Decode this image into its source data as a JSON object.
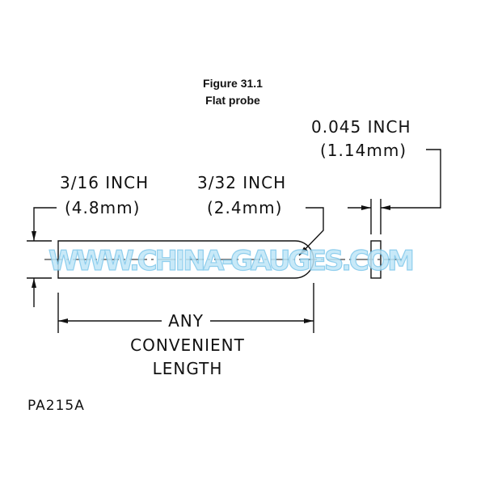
{
  "figure": {
    "number": "Figure 31.1",
    "caption": "Flat probe"
  },
  "dimensions": {
    "thickness": {
      "inch": "0.045 INCH",
      "mm": "(1.14mm)"
    },
    "width": {
      "inch": "3/16 INCH",
      "mm": "(4.8mm)"
    },
    "tip_radius": {
      "inch": "3/32 INCH",
      "mm": "(2.4mm)"
    },
    "length": {
      "line1": "ANY",
      "line2": "CONVENIENT",
      "line3": "LENGTH"
    }
  },
  "drawing_id": "PA215A",
  "watermark": "WWW.CHINA-GAUGES.COM"
}
